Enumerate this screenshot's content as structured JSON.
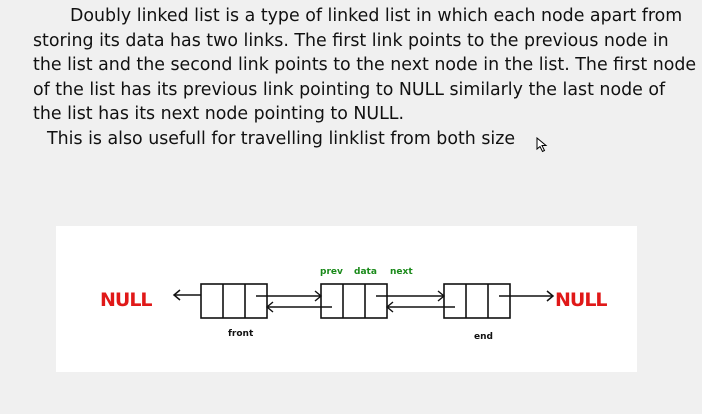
{
  "paragraphs": [
    "Doubly linked list is a type of linked list in which each node apart from storing its data has two links. The first link points to the previous node in the list and the second link points to the next node in the list. The first node of the list has its previous link pointing to NULL similarly the last node of the list has its next node pointing to NULL.",
    "This is also usefull for travelling linklist from both size"
  ],
  "diagram": {
    "null_left": "NULL",
    "null_right": "NULL",
    "field_prev": "prev",
    "field_data": "data",
    "field_next": "next",
    "label_front": "front",
    "label_end": "end",
    "colors": {
      "null_text": "#e01818",
      "field_text": "#1a8a1a",
      "node_stroke": "#111111"
    }
  },
  "cursor": "mouse-pointer-icon"
}
